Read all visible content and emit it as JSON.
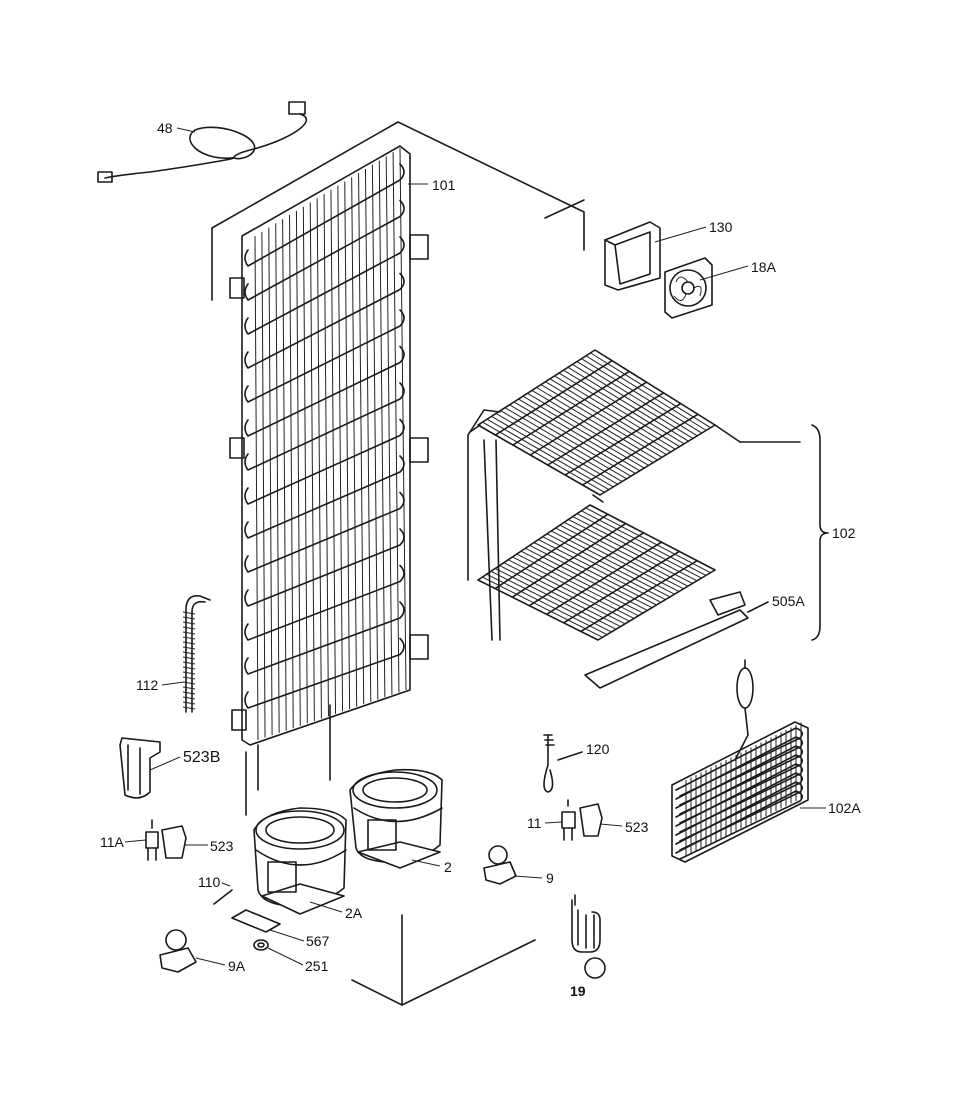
{
  "labels": {
    "p48": "48",
    "p101": "101",
    "p130": "130",
    "p18a": "18A",
    "p102": "102",
    "p505a": "505A",
    "p112": "112",
    "p523b": "523B",
    "p120": "120",
    "p102a": "102A",
    "p11a": "11A",
    "p523_left": "523",
    "p11": "11",
    "p523_right": "523",
    "p2": "2",
    "p9": "9",
    "p110": "110",
    "p2a": "2A",
    "p567": "567",
    "p9a": "9A",
    "p251": "251",
    "p19": "19"
  }
}
